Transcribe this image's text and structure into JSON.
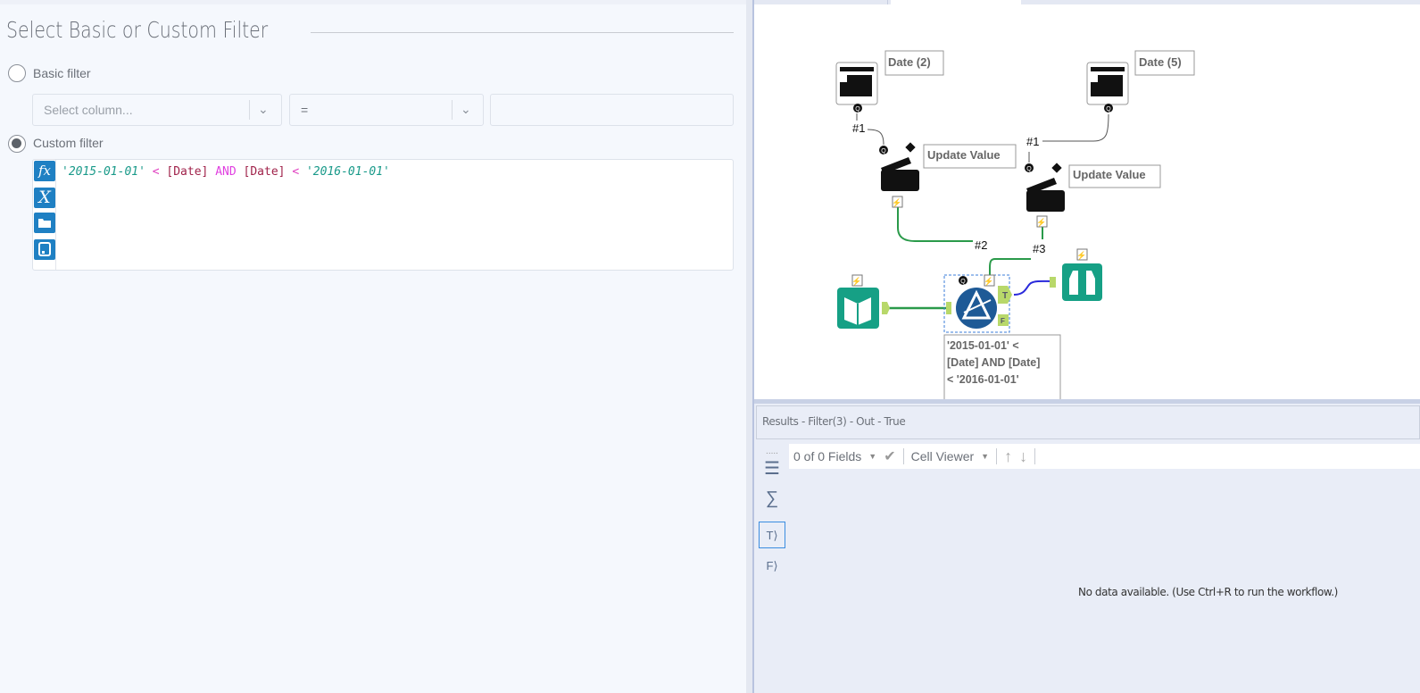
{
  "config": {
    "title": "Select Basic or Custom Filter",
    "basic_filter_label": "Basic filter",
    "basic_selected": false,
    "column_placeholder": "Select column...",
    "operator_value": "=",
    "value_input": "",
    "custom_filter_label": "Custom filter",
    "custom_selected": true,
    "expression_tokens": {
      "s1": "'2015-01-01'",
      "op1": "<",
      "f1": "[Date]",
      "kw": "AND",
      "f2": "[Date]",
      "op2": "<",
      "s2": "'2016-01-01'"
    },
    "editor_buttons": [
      "fx-icon",
      "variable-x-icon",
      "open-folder-icon",
      "save-icon"
    ]
  },
  "canvas": {
    "date_tool_1_label": "Date (2)",
    "date_tool_2_label": "Date (5)",
    "update_value_1_label": "Update Value",
    "update_value_2_label": "Update Value",
    "conn_1a": "#1",
    "conn_1b": "#1",
    "conn_2": "#2",
    "conn_3": "#3",
    "filter_anchor_true": "T",
    "filter_anchor_false": "F",
    "filter_annotation": [
      "'2015-01-01' <",
      "[Date] AND [Date]",
      "< '2016-01-01'"
    ]
  },
  "results": {
    "header": "Results - Filter(3) - Out - True",
    "fields": "0 of 0 Fields",
    "viewer": "Cell Viewer",
    "side_true": "T",
    "side_false": "F",
    "no_data": "No data available. (Use Ctrl+R to run the workflow.)"
  }
}
